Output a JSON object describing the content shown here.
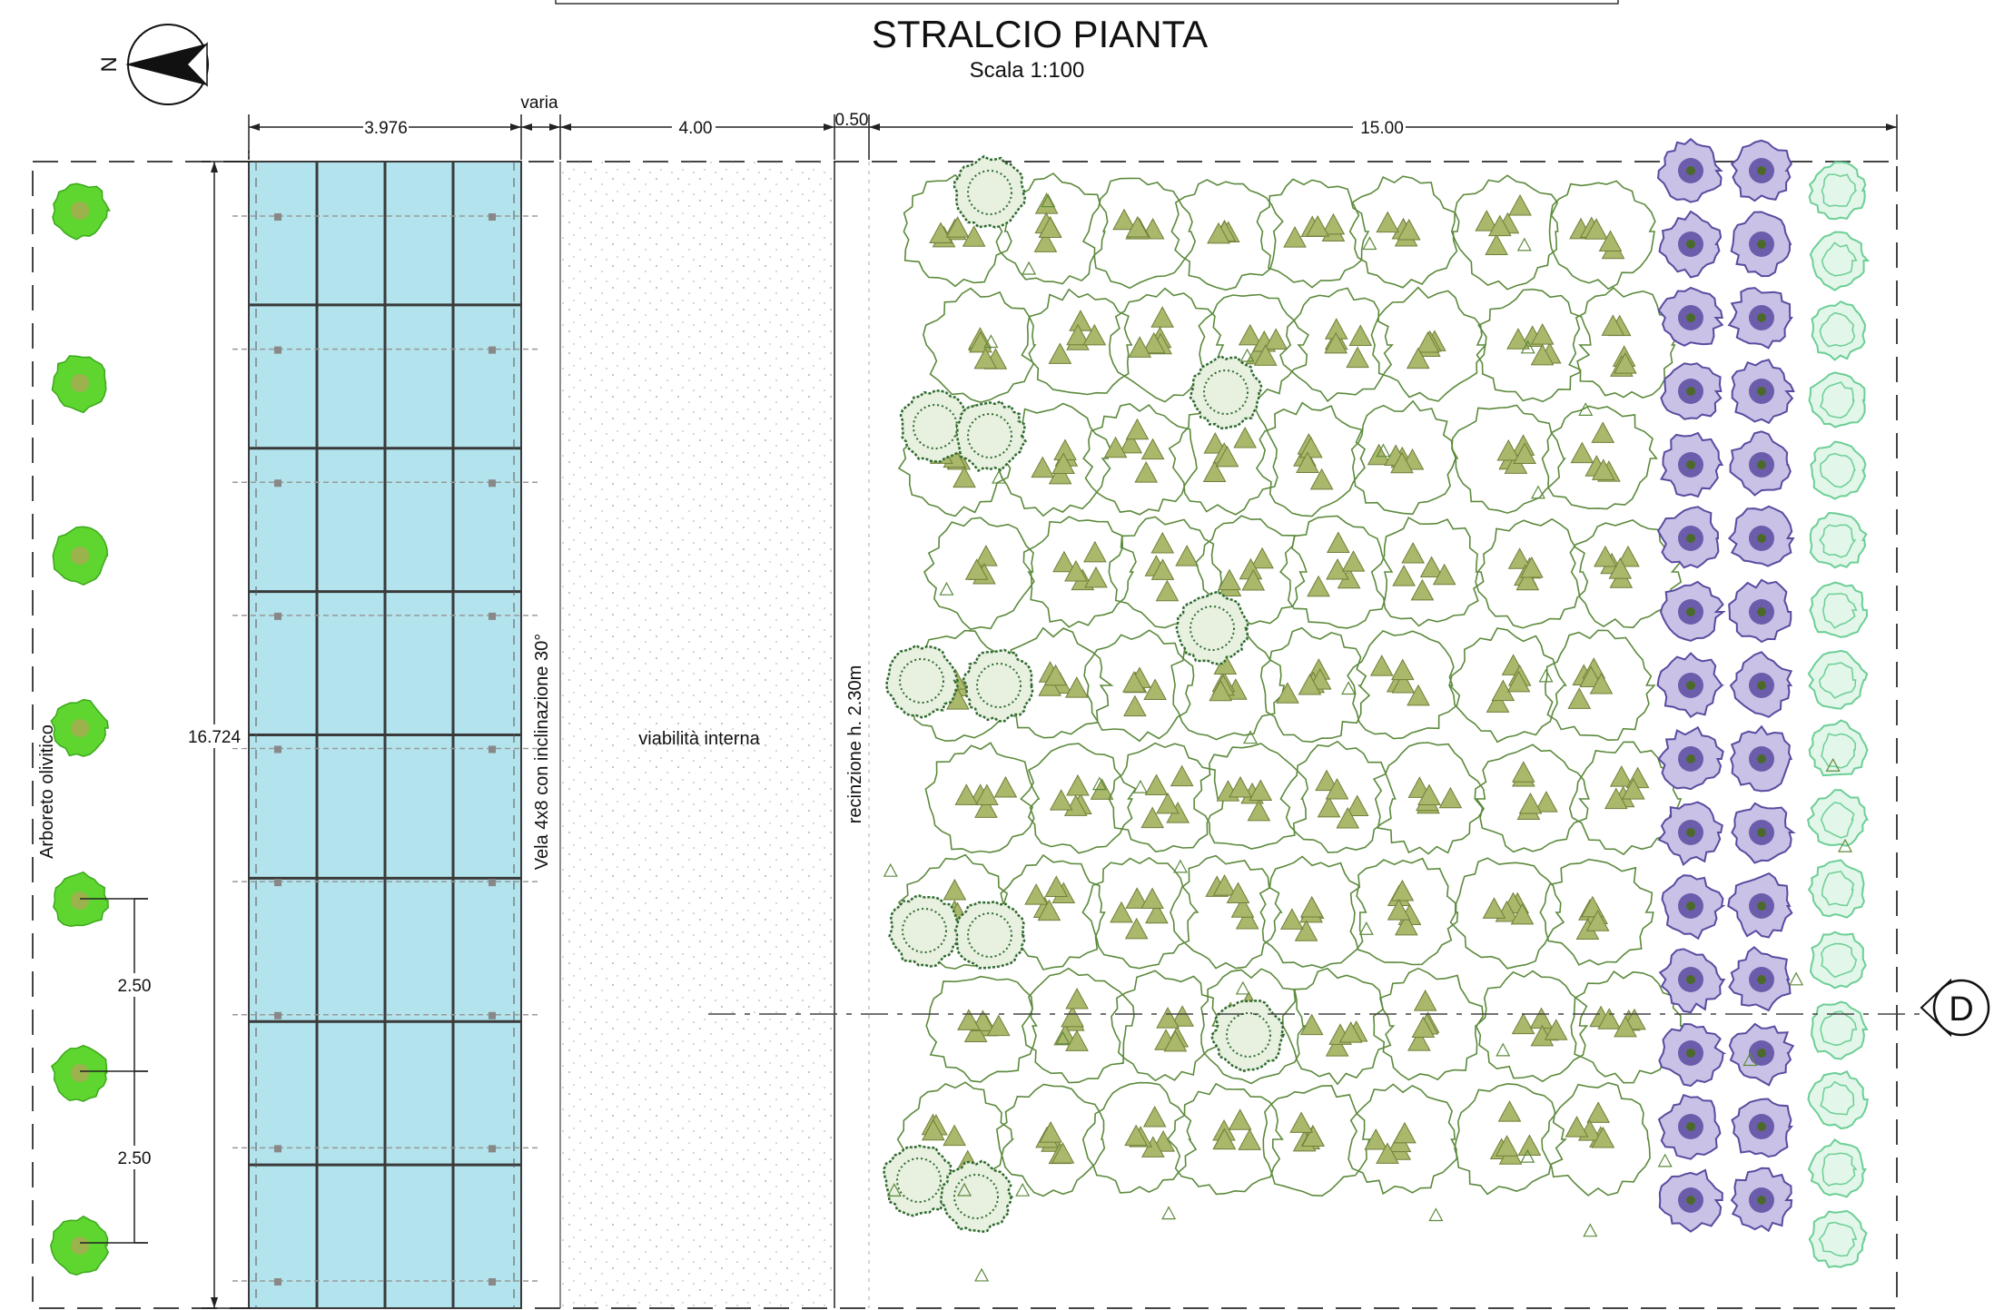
{
  "title": "STRALCIO PIANTA",
  "scale": "Scala 1:100",
  "north_label": "N",
  "dimensions": {
    "top_width_panel": "3.976",
    "top_varia": "varia",
    "top_road": "4.00",
    "top_gap": "0.50",
    "top_garden": "15.00",
    "left_height": "16.724",
    "tree_spacing_1": "2.50",
    "tree_spacing_2": "2.50"
  },
  "labels": {
    "olive_grove": "Arboreto olivitico",
    "sail": "Vela 4x8 con inclinazione 30°",
    "road": "viabilità interna",
    "fence": "recinzione h. 2.30m",
    "section": "D"
  },
  "colors": {
    "panel_fill": "#b3e3ec",
    "panel_grid": "#3a3a3a",
    "olive_tree": "#5fd630",
    "dark_shrub": "#2f6b2f",
    "light_foliage": "#a9b86a",
    "outline_green": "#5c8a3c",
    "lavender": "#5a4ba0",
    "mint_shrub": "#6ccf95"
  },
  "grid": {
    "columns": 4,
    "rows": 8
  },
  "olive_trees": 7,
  "lavender_rows": 15,
  "mint_shrubs": 16
}
